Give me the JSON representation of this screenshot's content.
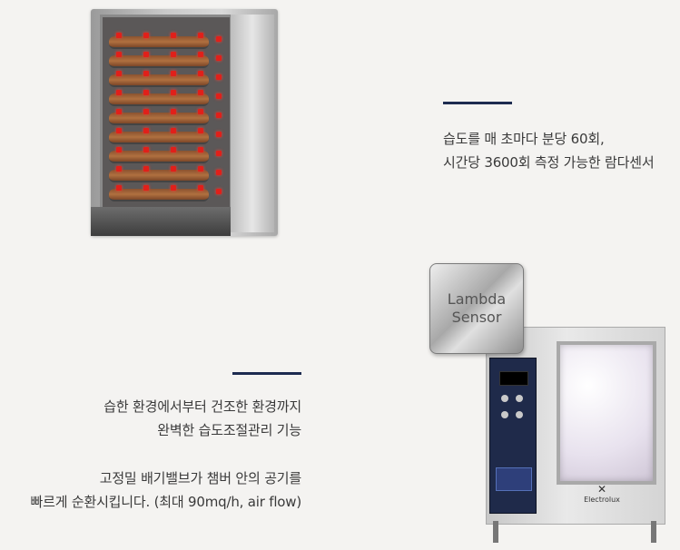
{
  "section_top": {
    "lines": [
      "습도를 매 초마다 분당 60회,",
      "시간당 3600회 측정 가능한 람다센서"
    ]
  },
  "badge": {
    "line1": "Lambda",
    "line2": "Sensor"
  },
  "section_bottom": {
    "paragraph1": [
      "습한 환경에서부터 건조한 환경까지",
      "완벽한 습도조절관리 기능"
    ],
    "paragraph2": [
      "고정밀 배기밸브가 챔버 안의 공기를",
      "빠르게 순환시킵니다. (최대 90mq/h, air flow)"
    ]
  },
  "product": {
    "brand": "Electrolux"
  },
  "colors": {
    "divider": "#1d2b50",
    "background": "#f4f3f1",
    "airflow_arrows": "#e0201a"
  }
}
